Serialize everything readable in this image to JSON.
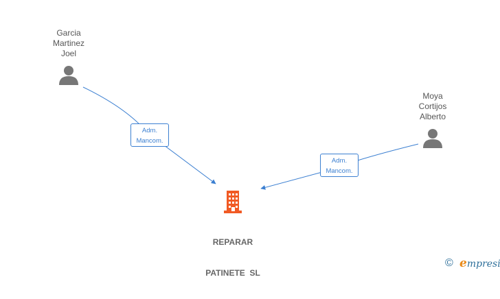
{
  "nodes": {
    "person_garcia": {
      "name_lines": [
        "Garcia",
        "Martinez",
        "Joel"
      ]
    },
    "person_moya": {
      "name_lines": [
        "Moya",
        "Cortijos",
        "Alberto"
      ]
    },
    "company": {
      "name_lines": [
        "REPARAR",
        "PATINETE  SL"
      ]
    }
  },
  "edges": [
    {
      "from": "person_garcia",
      "to": "company",
      "label_lines": [
        "Adm.",
        "Mancom."
      ]
    },
    {
      "from": "person_moya",
      "to": "company",
      "label_lines": [
        "Adm.",
        "Mancom."
      ]
    }
  ],
  "colors": {
    "edge": "#3b7fd1",
    "person_icon": "#777777",
    "company_icon": "#f15a24",
    "brand": "#2d6f9a",
    "brand_accent": "#ea8b1a"
  },
  "icons": {
    "person": "person-icon",
    "company": "building-icon",
    "copyright": "copyright-icon"
  },
  "footer": {
    "copyright_symbol": "©",
    "brand_initial": "e",
    "brand_rest": "mpresia"
  }
}
